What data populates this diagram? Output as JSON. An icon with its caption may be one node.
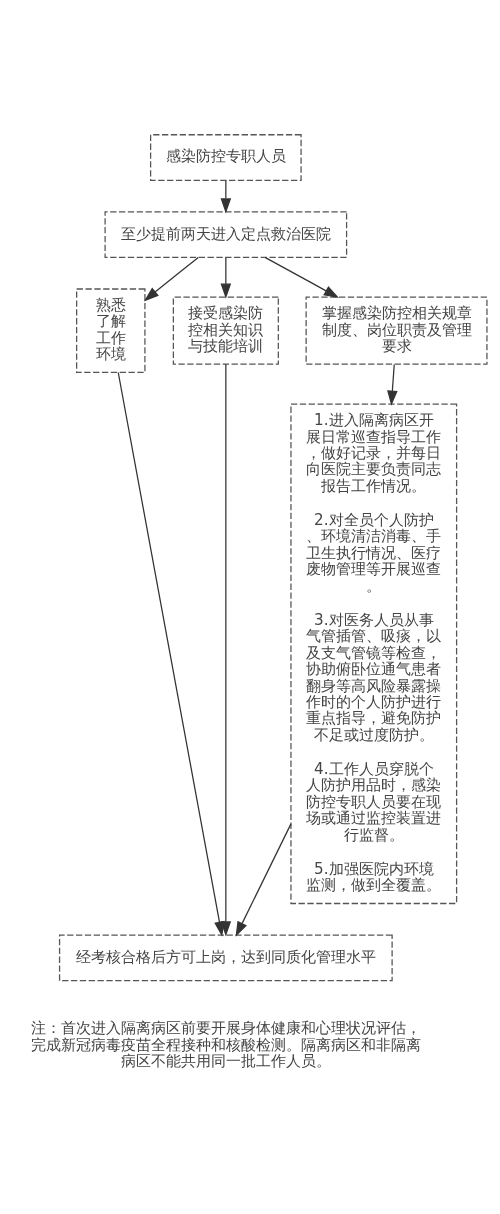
{
  "diagram": {
    "nodes": [
      {
        "text": [
          "感染防控专职人员"
        ]
      },
      {
        "text": [
          "至少提前两天进入定点救治医院"
        ]
      },
      {
        "text": [
          "熟悉了解工作环境"
        ]
      },
      {
        "text": [
          "接受感染防控相关知识与技能培训"
        ]
      },
      {
        "text": [
          "掌握感染防控相关规章制度、岗位职责及管理要求"
        ]
      },
      {
        "text": [
          "1.进入隔离病区开展日常巡查指导工作，做好记录，并每日向医院主要负责同志报告工作情况。",
          "2.对全员个人防护、环境清洁消毒、手卫生执行情况、医疗废物管理等开展巡查。",
          "3.对医务人员从事气管插管、吸痰，以及支气管镜等检查，协助俯卧位通气患者翻身等高风险暴露操作时的个人防护进行重点指导，避免防护不足或过度防护。",
          "4.工作人员穿脱个人防护用品时，感染防控专职人员要在现场或通过监控装置进行监督。",
          "5.加强医院内环境监测，做到全覆盖。"
        ]
      },
      {
        "text": [
          "经考核合格后方可上岗，达到同质化管理水平"
        ]
      }
    ],
    "edges": [
      {
        "from": 0,
        "to": 1,
        "arrow": "to"
      },
      {
        "from": 1,
        "to": 2,
        "arrow": "to"
      },
      {
        "from": 1,
        "to": 3,
        "arrow": "to"
      },
      {
        "from": 1,
        "to": 4,
        "arrow": "to"
      },
      {
        "from": 4,
        "to": 5,
        "arrow": "to"
      },
      {
        "from": 2,
        "to": 6,
        "arrow": "to"
      },
      {
        "from": 3,
        "to": 6,
        "arrow": "to"
      },
      {
        "from": 5,
        "to": 6,
        "arrow": "to"
      }
    ],
    "labels": [
      "注：首次进入隔离病区前要开展身体健康和心理状况评估，完成新冠病毒疫苗全程接种和核酸检测。隔离病区和非隔离病区不能共用同一批工作人员。"
    ]
  }
}
